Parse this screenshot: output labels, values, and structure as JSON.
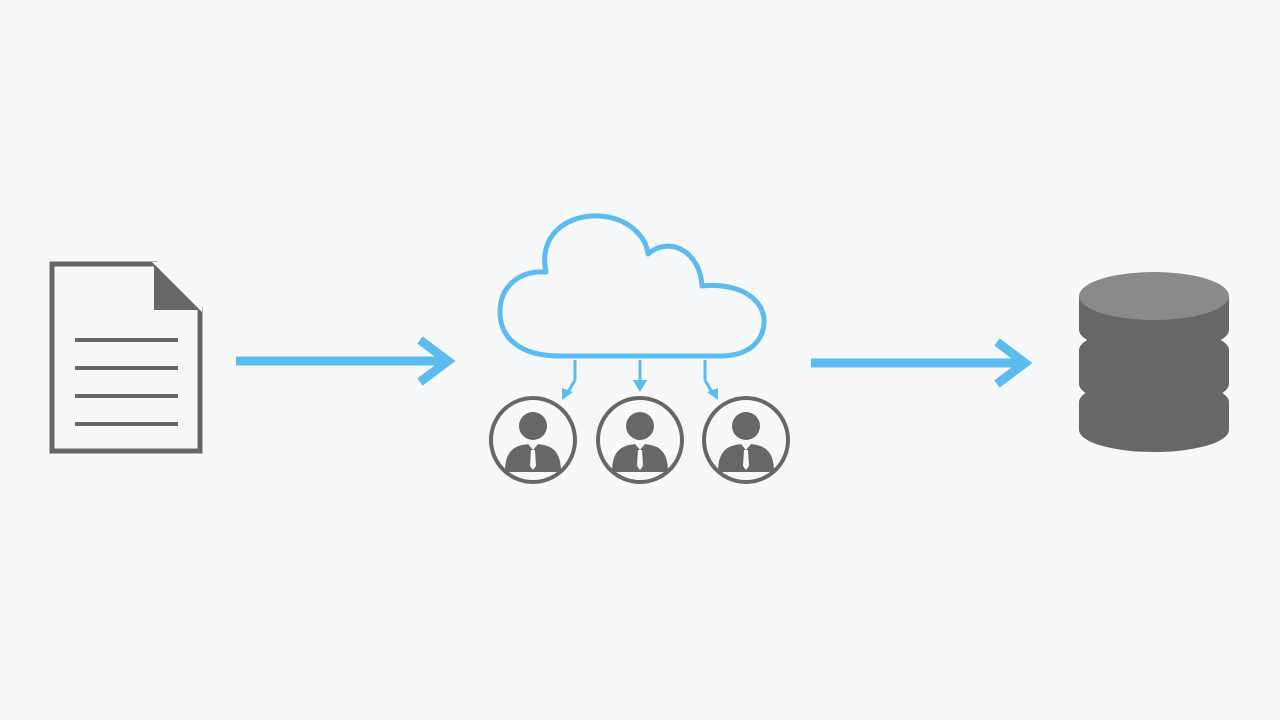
{
  "diagram": {
    "nodes": [
      {
        "id": "document",
        "icon": "document-icon"
      },
      {
        "id": "cloud",
        "icon": "cloud-icon"
      },
      {
        "id": "database",
        "icon": "database-icon"
      }
    ],
    "workers": [
      {
        "icon": "person-icon"
      },
      {
        "icon": "person-icon"
      },
      {
        "icon": "person-icon"
      }
    ],
    "edges": [
      {
        "from": "document",
        "to": "cloud"
      },
      {
        "from": "cloud",
        "to": "workers"
      },
      {
        "from": "cloud",
        "to": "database"
      }
    ]
  },
  "colors": {
    "background": "#f7f8f9",
    "accent": "#5bbcef",
    "icon_dark": "#676767",
    "icon_light": "#8a8a8a",
    "paper": "#f7f8f9"
  }
}
